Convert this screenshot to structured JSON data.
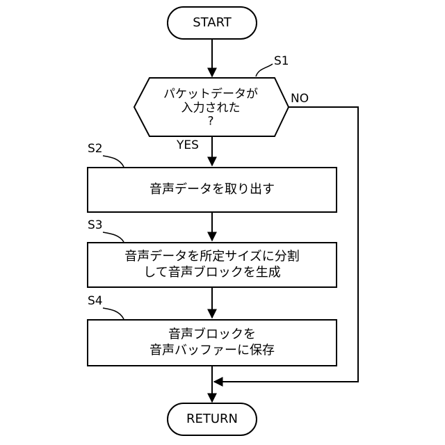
{
  "start": "START",
  "end": "RETURN",
  "decision": {
    "step": "S1",
    "text": "パケットデータが\n入力された\n?",
    "yes": "YES",
    "no": "NO"
  },
  "processes": [
    {
      "step": "S2",
      "text": "音声データを取り出す"
    },
    {
      "step": "S3",
      "text": "音声データを所定サイズに分割\nして音声ブロックを生成"
    },
    {
      "step": "S4",
      "text": "音声ブロックを\n音声バッファーに保存"
    }
  ]
}
